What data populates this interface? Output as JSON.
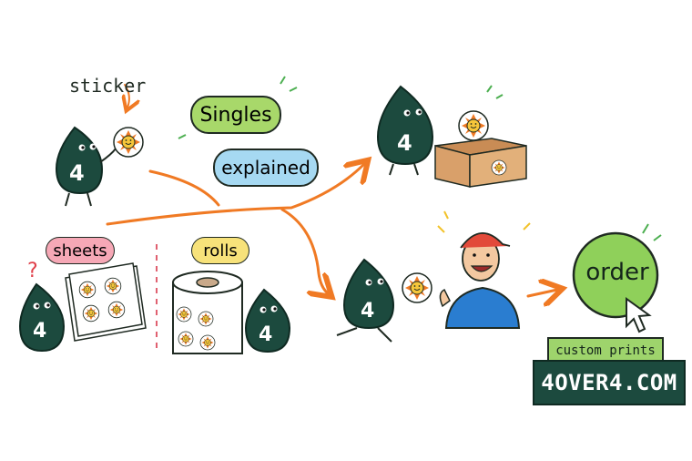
{
  "labels": {
    "sticker": "sticker",
    "singles": "Singles",
    "explained": "explained",
    "sheets": "sheets",
    "rolls": "rolls",
    "order": "order",
    "custom_prints": "custom prints",
    "brand": "4OVER4.COM"
  },
  "characters": {
    "digit": "4"
  },
  "icons": [
    "question-mark-icon",
    "sun-sticker-icon",
    "cursor-arrow-icon",
    "thumbs-up-icon",
    "cardboard-box-icon",
    "sticker-roll-icon",
    "sticker-sheet-icon"
  ],
  "colors": {
    "character": "#1c4a3e",
    "arrow": "#f07a24",
    "singles_pill": "#a8d86a",
    "explained_bubble": "#a6d9f2",
    "sheets_pill": "#f6a8b6",
    "rolls_pill": "#f7e27a",
    "order_button": "#8fd05a",
    "brand_box": "#1c4a3e"
  }
}
